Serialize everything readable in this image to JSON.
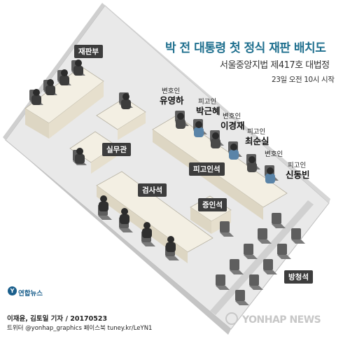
{
  "title": "박 전 대통령 첫 정식 재판 배치도",
  "subtitle": "서울중앙지법 제417호 대법정",
  "time": "23일 오전 10시 시작",
  "areas": {
    "judges": "재판부",
    "clerk": "실무관",
    "defendant_seats": "피고인석",
    "prosecutor_seats": "검사석",
    "witness_seat": "증인석",
    "gallery": "방청석"
  },
  "people": [
    {
      "role": "변호인",
      "name": "유영하"
    },
    {
      "role": "피고인",
      "name": "박근혜"
    },
    {
      "role": "변호인",
      "name": "이경재"
    },
    {
      "role": "피고인",
      "name": "최순실"
    },
    {
      "role": "변호인",
      "name": ""
    },
    {
      "role": "피고인",
      "name": "신동빈"
    }
  ],
  "credit": {
    "authors": "이재윤, 김토일 기자 / 20170523",
    "social": "트위터 @yonhap_graphics  페이스북 tuney.kr/LeYN1"
  },
  "logo": "연합뉴스",
  "watermark": "YONHAP NEWS",
  "colors": {
    "title": "#1e6f8e",
    "floor": "#e8e8e8",
    "wall": "#c9c9c9",
    "desk": "#f3efe3",
    "chair": "#5e5e5e",
    "label_bg": "#3d3d3d"
  }
}
